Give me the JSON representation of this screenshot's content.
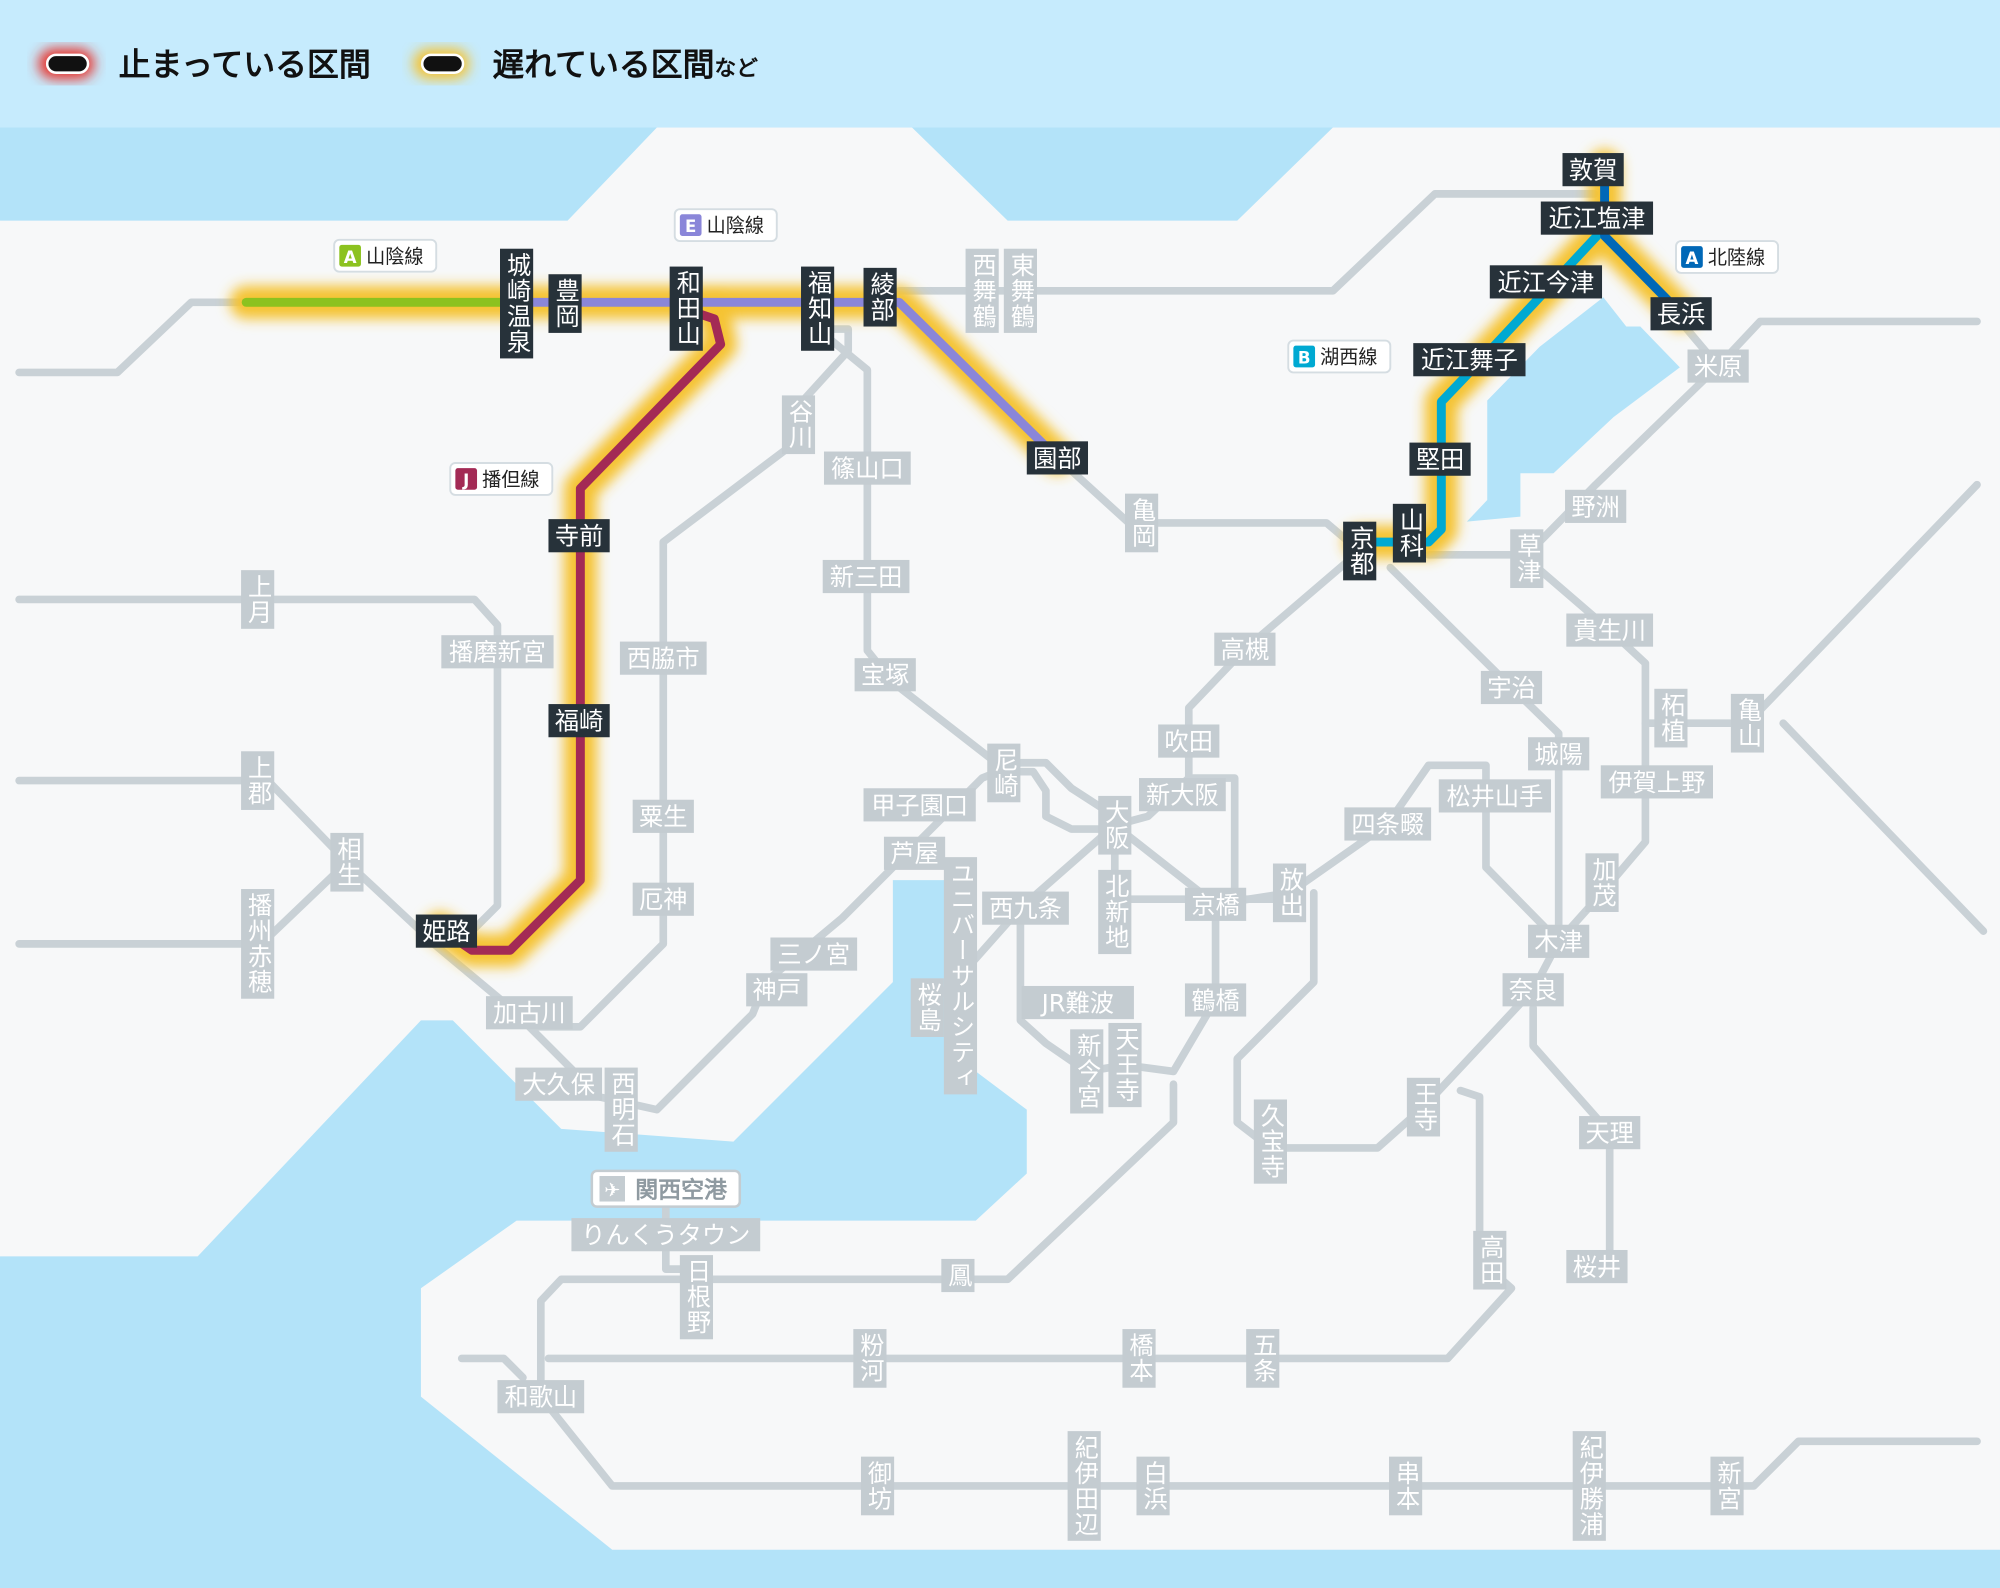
{
  "legend": {
    "stopped_label": "止まっている区間",
    "delayed_label": "遅れている区間",
    "delayed_suffix": "など",
    "stopped_color": "#e8322c",
    "delayed_color": "#f5c330"
  },
  "line_badges": [
    {
      "letter": "A",
      "name": "山陰線",
      "color": "#8cc21f"
    },
    {
      "letter": "E",
      "name": "山陰線",
      "color": "#8a86d9"
    },
    {
      "letter": "J",
      "name": "播但線",
      "color": "#a32a55"
    },
    {
      "letter": "B",
      "name": "湖西線",
      "color": "#00a9d2"
    },
    {
      "letter": "A",
      "name": "北陸線",
      "color": "#0068b7"
    }
  ],
  "airport": {
    "name": "関西空港",
    "icon": "airplane-icon"
  },
  "stations": [
    {
      "name": "城崎温泉",
      "active": true
    },
    {
      "name": "豊岡",
      "active": true
    },
    {
      "name": "和田山",
      "active": true
    },
    {
      "name": "福知山",
      "active": true
    },
    {
      "name": "綾部",
      "active": true
    },
    {
      "name": "園部",
      "active": true
    },
    {
      "name": "寺前",
      "active": true
    },
    {
      "name": "福崎",
      "active": true
    },
    {
      "name": "姫路",
      "active": true
    },
    {
      "name": "敦賀",
      "active": true
    },
    {
      "name": "近江塩津",
      "active": true
    },
    {
      "name": "近江今津",
      "active": true
    },
    {
      "name": "長浜",
      "active": true
    },
    {
      "name": "近江舞子",
      "active": true
    },
    {
      "name": "堅田",
      "active": true
    },
    {
      "name": "山科",
      "active": true
    },
    {
      "name": "京都",
      "active": true
    },
    {
      "name": "西舞鶴",
      "active": false
    },
    {
      "name": "東舞鶴",
      "active": false
    },
    {
      "name": "谷川",
      "active": false
    },
    {
      "name": "篠山口",
      "active": false
    },
    {
      "name": "亀岡",
      "active": false
    },
    {
      "name": "新三田",
      "active": false
    },
    {
      "name": "宝塚",
      "active": false
    },
    {
      "name": "上月",
      "active": false
    },
    {
      "name": "播磨新宮",
      "active": false
    },
    {
      "name": "西脇市",
      "active": false
    },
    {
      "name": "上郡",
      "active": false
    },
    {
      "name": "相生",
      "active": false
    },
    {
      "name": "播州赤穂",
      "active": false
    },
    {
      "name": "粟生",
      "active": false
    },
    {
      "name": "厄神",
      "active": false
    },
    {
      "name": "加古川",
      "active": false
    },
    {
      "name": "大久保",
      "active": false
    },
    {
      "name": "西明石",
      "active": false
    },
    {
      "name": "三ノ宮",
      "active": false
    },
    {
      "name": "神戸",
      "active": false
    },
    {
      "name": "尼崎",
      "active": false
    },
    {
      "name": "甲子園口",
      "active": false
    },
    {
      "name": "芦屋",
      "active": false
    },
    {
      "name": "大阪",
      "active": false
    },
    {
      "name": "新大阪",
      "active": false
    },
    {
      "name": "吹田",
      "active": false
    },
    {
      "name": "高槻",
      "active": false
    },
    {
      "name": "北新地",
      "active": false
    },
    {
      "name": "西九条",
      "active": false
    },
    {
      "name": "ユニバーサルシティ",
      "active": false
    },
    {
      "name": "桜島",
      "active": false
    },
    {
      "name": "京橋",
      "active": false
    },
    {
      "name": "放出",
      "active": false
    },
    {
      "name": "鶴橋",
      "active": false
    },
    {
      "name": "JR難波",
      "active": false
    },
    {
      "name": "新今宮",
      "active": false
    },
    {
      "name": "天王寺",
      "active": false
    },
    {
      "name": "久宝寺",
      "active": false
    },
    {
      "name": "四条畷",
      "active": false
    },
    {
      "name": "松井山手",
      "active": false
    },
    {
      "name": "宇治",
      "active": false
    },
    {
      "name": "城陽",
      "active": false
    },
    {
      "name": "木津",
      "active": false
    },
    {
      "name": "奈良",
      "active": false
    },
    {
      "name": "王寺",
      "active": false
    },
    {
      "name": "天理",
      "active": false
    },
    {
      "name": "桜井",
      "active": false
    },
    {
      "name": "高田",
      "active": false
    },
    {
      "name": "草津",
      "active": false
    },
    {
      "name": "野洲",
      "active": false
    },
    {
      "name": "米原",
      "active": false
    },
    {
      "name": "貴生川",
      "active": false
    },
    {
      "name": "柘植",
      "active": false
    },
    {
      "name": "亀山",
      "active": false
    },
    {
      "name": "伊賀上野",
      "active": false
    },
    {
      "name": "加茂",
      "active": false
    },
    {
      "name": "りんくうタウン",
      "active": false
    },
    {
      "name": "日根野",
      "active": false
    },
    {
      "name": "鳳",
      "active": false
    },
    {
      "name": "和歌山",
      "active": false
    },
    {
      "name": "粉河",
      "active": false
    },
    {
      "name": "橋本",
      "active": false
    },
    {
      "name": "五条",
      "active": false
    },
    {
      "name": "御坊",
      "active": false
    },
    {
      "name": "紀伊田辺",
      "active": false
    },
    {
      "name": "白浜",
      "active": false
    },
    {
      "name": "串本",
      "active": false
    },
    {
      "name": "紀伊勝浦",
      "active": false
    },
    {
      "name": "新宮",
      "active": false
    }
  ]
}
